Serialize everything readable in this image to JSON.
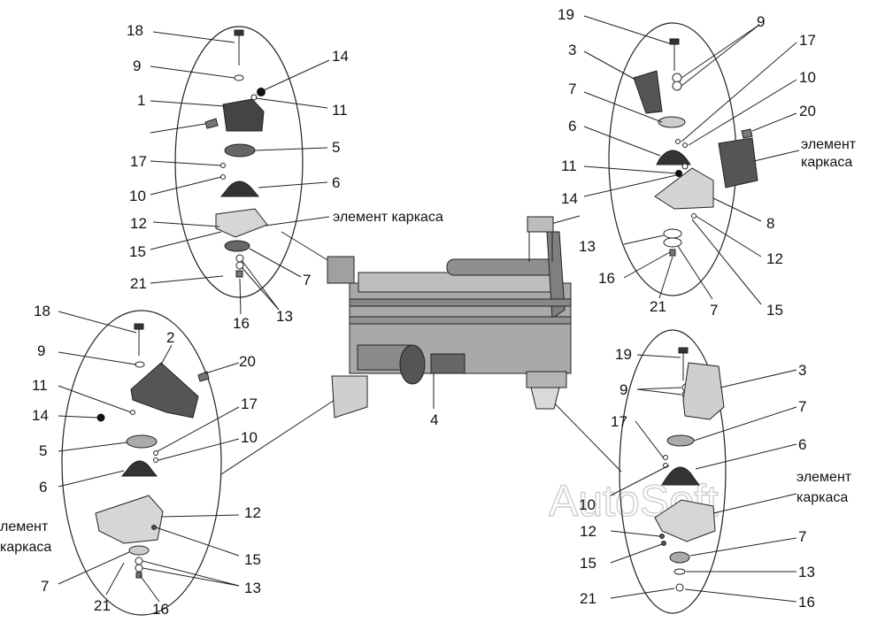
{
  "watermark": "AutoSoft",
  "frame_element_label": "элемент каркаса",
  "frame_element_line1": "элемент",
  "frame_element_line2": "каркаса",
  "frame_element_cut_line1": "лемент",
  "frame_element_cut_line2": "каркаса",
  "engine_number": "4",
  "callouts": {
    "top_left": [
      "18",
      "9",
      "14",
      "1",
      "11",
      "5",
      "17",
      "6",
      "10",
      "12",
      "15",
      "7",
      "21",
      "13",
      "16"
    ],
    "top_right": [
      "19",
      "9",
      "3",
      "17",
      "10",
      "7",
      "20",
      "6",
      "11",
      "14",
      "8",
      "13",
      "12",
      "16",
      "21",
      "7",
      "15"
    ],
    "bottom_left": [
      "18",
      "2",
      "9",
      "20",
      "11",
      "14",
      "17",
      "5",
      "10",
      "6",
      "12",
      "15",
      "7",
      "13",
      "21",
      "16"
    ],
    "bottom_right": [
      "19",
      "3",
      "9",
      "7",
      "17",
      "6",
      "10",
      "12",
      "7",
      "15",
      "13",
      "21",
      "16"
    ]
  }
}
